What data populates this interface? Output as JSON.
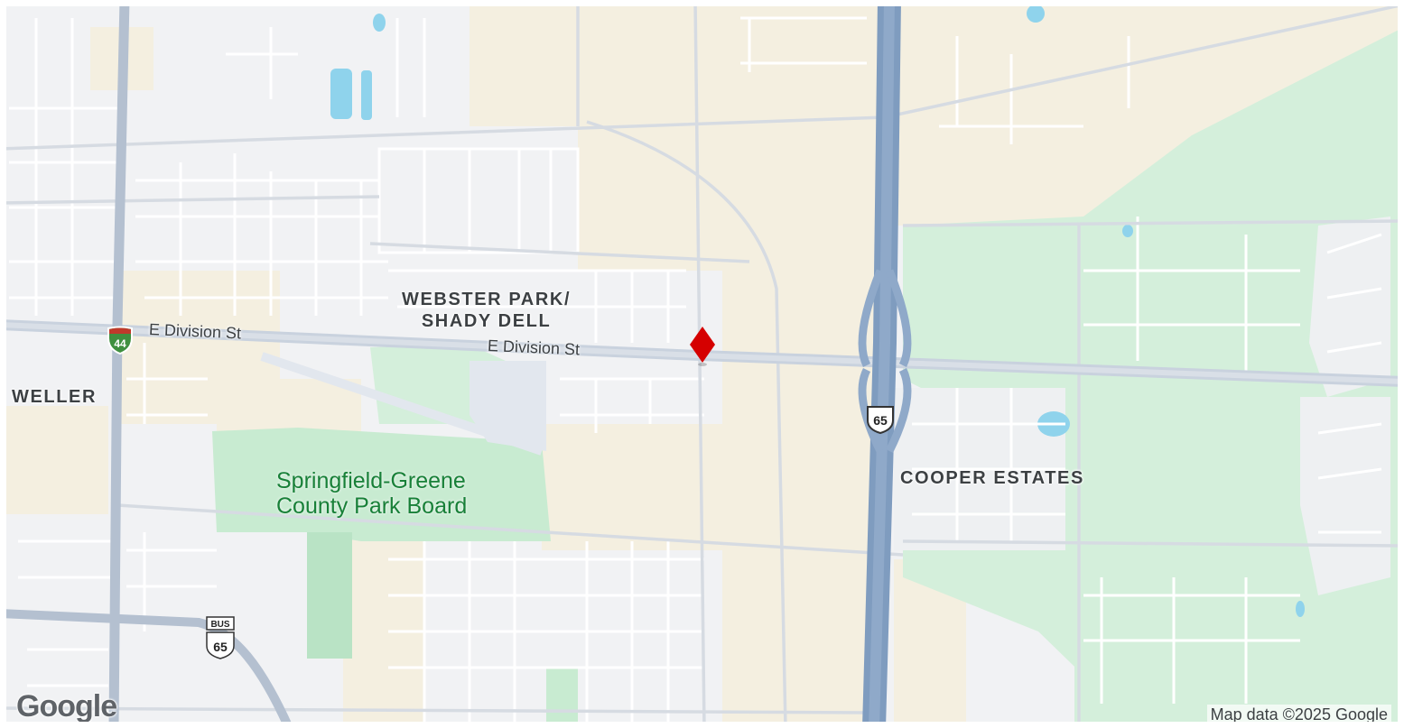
{
  "map": {
    "neighborhoods": {
      "webster_park_line1": "WEBSTER PARK/",
      "webster_park_line2": "SHADY DELL",
      "weller": "WELLER",
      "cooper_estates": "COOPER ESTATES"
    },
    "streets": {
      "division_west": "E Division St",
      "division_center": "E Division St"
    },
    "parks": {
      "park_board_line1": "Springfield-Greene",
      "park_board_line2": "County Park Board"
    },
    "shields": {
      "interstate_44": "44",
      "us_65": "65",
      "bus_65_label": "BUS",
      "bus_65_number": "65"
    },
    "branding": {
      "logo": "Google",
      "attribution": "Map data ©2025 Google"
    },
    "colors": {
      "marker": "#d50000",
      "park": "#c8ebd1",
      "highway": "#7c98bb",
      "urban": "#f5efdf"
    }
  }
}
